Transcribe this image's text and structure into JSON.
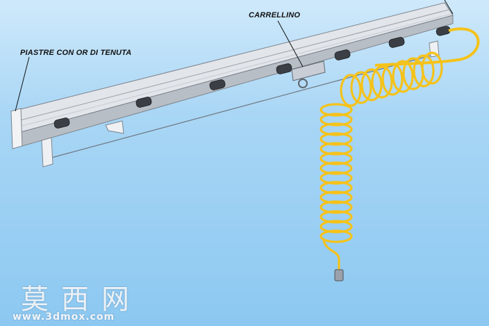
{
  "labels": {
    "piastre": "PIASTRE CON OR DI TENUTA",
    "carrellino": "CARRELLINO"
  },
  "watermark": {
    "chinese": "莫西网",
    "url": "www.3dmox.com"
  },
  "colors": {
    "rail": "#d9dde3",
    "rail_dark": "#aab1ba",
    "hose": "#f5c21a",
    "hose_shadow": "#b78a0a"
  }
}
